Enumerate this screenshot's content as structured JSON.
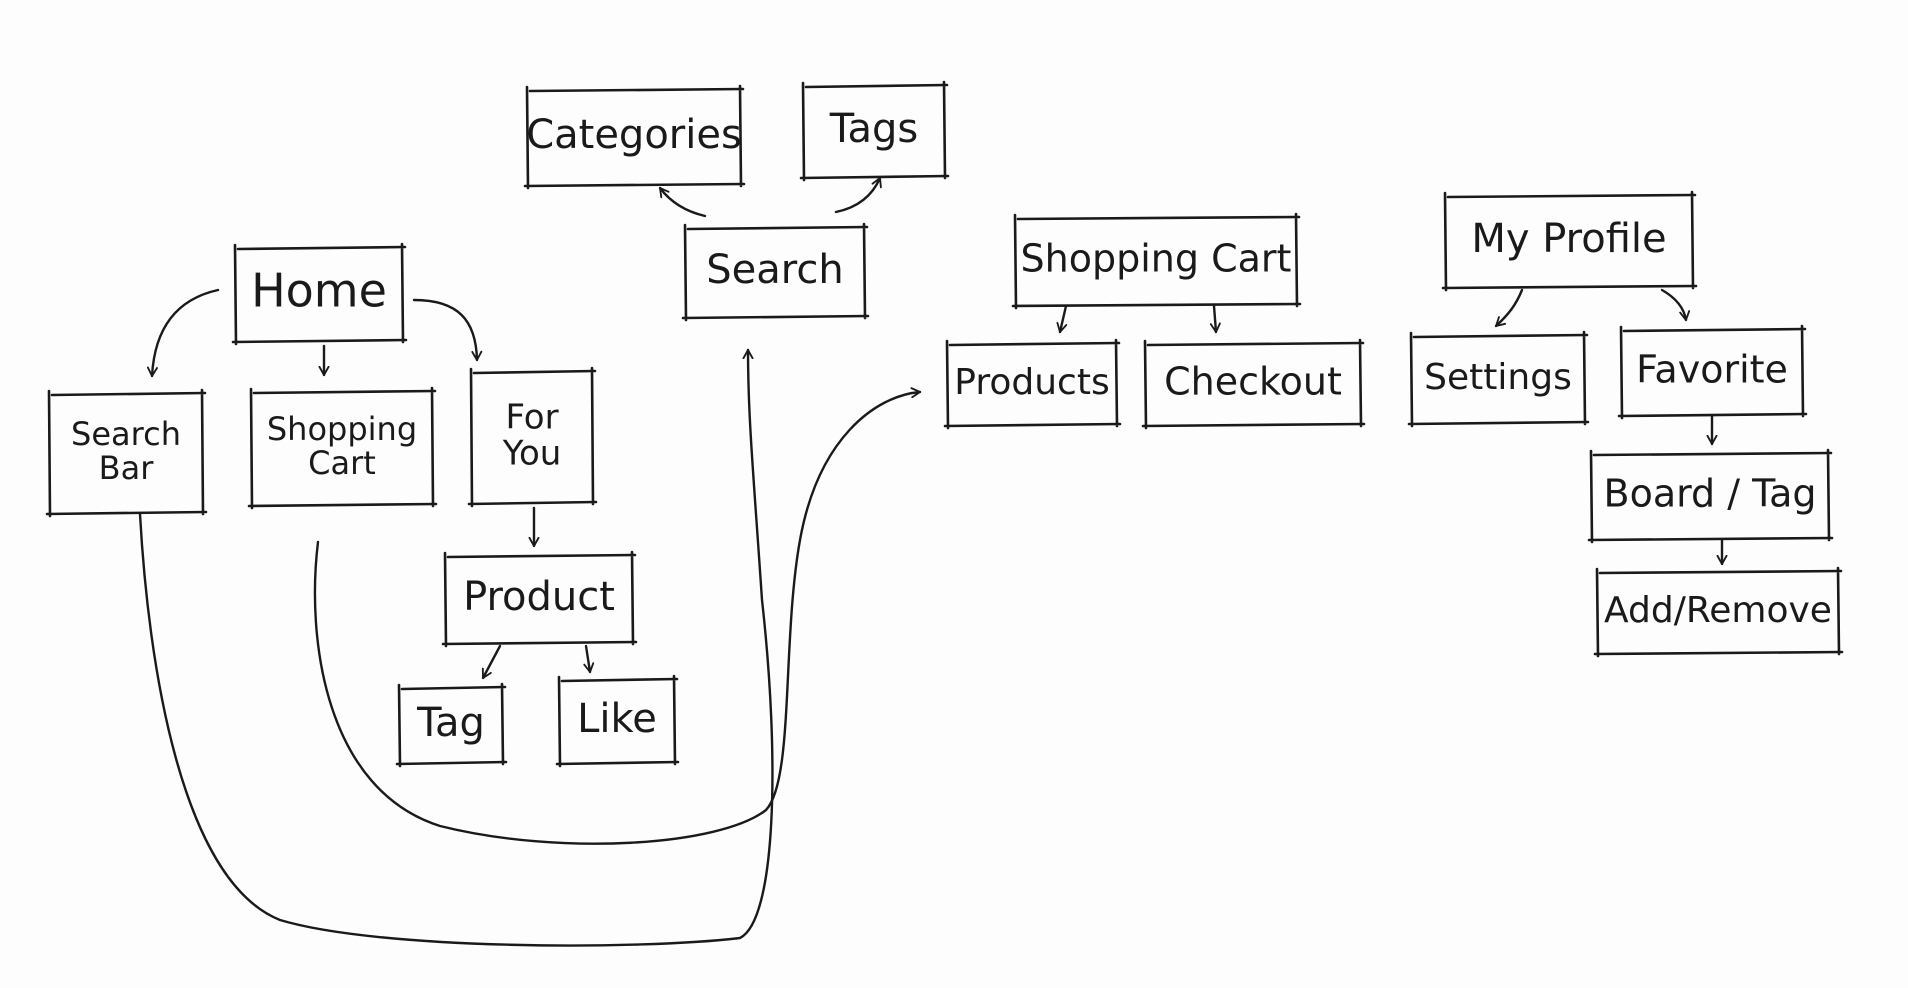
{
  "nodes": [
    {
      "id": "categories",
      "lines": [
        "Categories"
      ]
    },
    {
      "id": "tags",
      "lines": [
        "Tags"
      ]
    },
    {
      "id": "search",
      "lines": [
        "Search"
      ]
    },
    {
      "id": "home",
      "lines": [
        "Home"
      ]
    },
    {
      "id": "search-bar",
      "lines": [
        "Search",
        "Bar"
      ]
    },
    {
      "id": "home-shopping-cart",
      "lines": [
        "Shopping",
        "Cart"
      ]
    },
    {
      "id": "for-you",
      "lines": [
        "For",
        "You"
      ]
    },
    {
      "id": "product",
      "lines": [
        "Product"
      ]
    },
    {
      "id": "tag",
      "lines": [
        "Tag"
      ]
    },
    {
      "id": "like",
      "lines": [
        "Like"
      ]
    },
    {
      "id": "shopping-cart",
      "lines": [
        "Shopping Cart"
      ]
    },
    {
      "id": "products",
      "lines": [
        "Products"
      ]
    },
    {
      "id": "checkout",
      "lines": [
        "Checkout"
      ]
    },
    {
      "id": "my-profile",
      "lines": [
        "My Profile"
      ]
    },
    {
      "id": "settings",
      "lines": [
        "Settings"
      ]
    },
    {
      "id": "favorite",
      "lines": [
        "Favorite"
      ]
    },
    {
      "id": "board-tag",
      "lines": [
        "Board / Tag"
      ]
    },
    {
      "id": "add-remove",
      "lines": [
        "Add/Remove"
      ]
    }
  ],
  "edges": [
    {
      "from": "home",
      "to": "search-bar"
    },
    {
      "from": "home",
      "to": "home-shopping-cart"
    },
    {
      "from": "home",
      "to": "for-you"
    },
    {
      "from": "for-you",
      "to": "product"
    },
    {
      "from": "product",
      "to": "tag"
    },
    {
      "from": "product",
      "to": "like"
    },
    {
      "from": "search",
      "to": "categories"
    },
    {
      "from": "search",
      "to": "tags"
    },
    {
      "from": "search-bar",
      "to": "search"
    },
    {
      "from": "home-shopping-cart",
      "to": "products"
    },
    {
      "from": "shopping-cart",
      "to": "products"
    },
    {
      "from": "shopping-cart",
      "to": "checkout"
    },
    {
      "from": "my-profile",
      "to": "settings"
    },
    {
      "from": "my-profile",
      "to": "favorite"
    },
    {
      "from": "favorite",
      "to": "board-tag"
    },
    {
      "from": "board-tag",
      "to": "add-remove"
    }
  ]
}
